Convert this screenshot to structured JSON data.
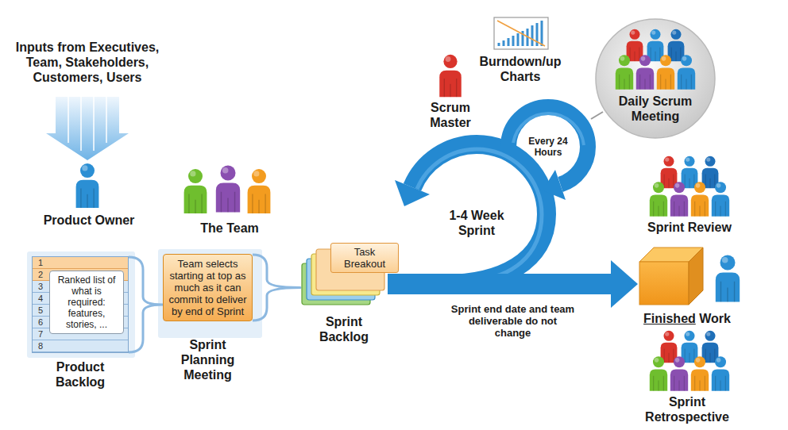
{
  "diagram": {
    "nodes": [
      {
        "text": [
          "Product Backlog"
        ]
      },
      {
        "text": [
          "Ranked list of what is required: features, stories, ..."
        ],
        "in": 0
      },
      {
        "text": [
          "Team selects starting at top as much as it can commit to deliver by end of Sprint",
          "Sprint Planning Meeting"
        ]
      },
      {
        "text": [
          "Sprint Backlog"
        ]
      },
      {
        "text": [
          "Task Breakout"
        ],
        "in": 3
      },
      {
        "text": [
          "Daily Scrum Meeting"
        ]
      },
      {
        "text": [
          "Finished Work"
        ]
      }
    ],
    "edges": [
      {
        "from": 0,
        "to": 2,
        "arrow": "none"
      },
      {
        "from": 2,
        "to": 3,
        "arrow": "none"
      },
      {
        "from": 3,
        "to": 6,
        "label": "Sprint end date and team deliverable do not change",
        "arrow": "to"
      }
    ],
    "labels": [
      "Inputs from Executives, Team, Stakeholders, Customers, Users",
      "Product Owner",
      "1",
      "2",
      "3",
      "4",
      "5",
      "6",
      "7",
      "8",
      "The Team",
      "1-4 Week Sprint",
      "Every 24 Hours",
      "Scrum Master",
      "Burndown/up Charts",
      "Sprint Review",
      "Sprint Retrospective"
    ]
  }
}
